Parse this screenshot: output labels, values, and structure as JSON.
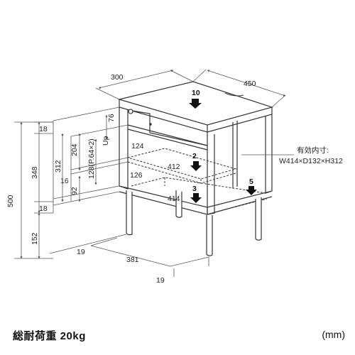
{
  "dimensions": {
    "width": "300",
    "depth": "450",
    "height_total": "500",
    "h_348": "348",
    "h_152": "152",
    "h_18_top": "18",
    "h_18_bottom": "18",
    "h_312": "312",
    "h_204": "204",
    "h_92": "92",
    "h_16": "16",
    "h_76": "76",
    "shelf_pitch": "128(P.64×2)",
    "shelf_up": "Up",
    "leg_span": "381",
    "leg_offset_a": "19",
    "leg_offset_b": "19",
    "shelf_depth_124": "124",
    "shelf_depth_126": "126",
    "shelf_width_412": "412",
    "bottom_width_414": "414"
  },
  "load_points": {
    "top": "10",
    "shelf": "2",
    "bottom": "3",
    "floor": "5"
  },
  "effective_interior": {
    "label": "有効内寸:",
    "value": "W414×D132×H312"
  },
  "footer": {
    "total_load": "総耐荷重 20kg",
    "unit": "(mm)"
  }
}
